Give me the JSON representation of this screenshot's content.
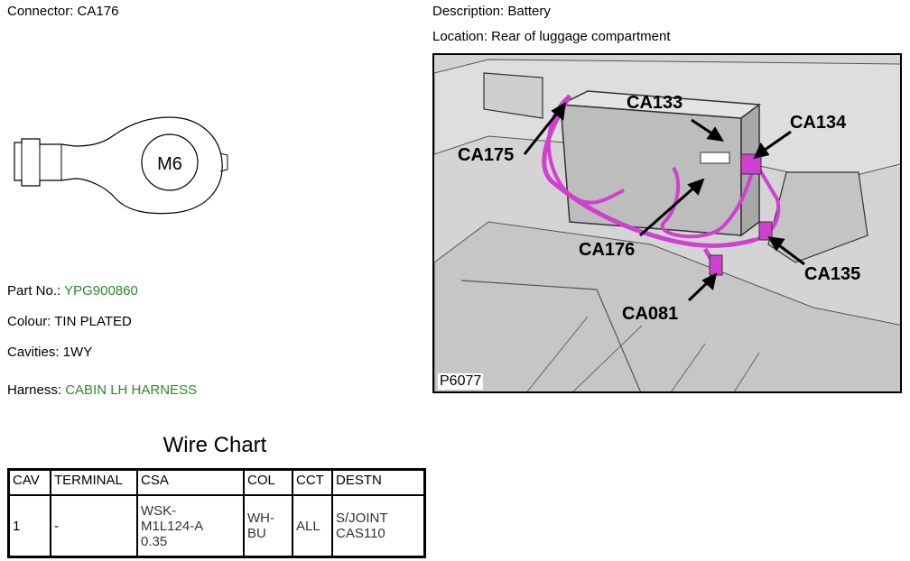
{
  "connector": {
    "label": "Connector:",
    "value": "CA176",
    "drawing_label": "M6"
  },
  "description": {
    "label": "Description:",
    "value": "Battery"
  },
  "location": {
    "label": "Location:",
    "value": "Rear of luggage compartment"
  },
  "part_no": {
    "label": "Part No.:",
    "value": "YPG900860"
  },
  "colour": {
    "label": "Colour:",
    "value": "TIN PLATED"
  },
  "cavities": {
    "label": "Cavities:",
    "value": "1WY"
  },
  "harness": {
    "label": "Harness:",
    "value": "CABIN LH HARNESS"
  },
  "photo": {
    "id": "P6077",
    "callouts": [
      "CA133",
      "CA134",
      "CA175",
      "CA176",
      "CA135",
      "CA081"
    ]
  },
  "wire_chart": {
    "title": "Wire Chart",
    "headers": [
      "CAV",
      "TERMINAL",
      "CSA",
      "COL",
      "CCT",
      "DESTN"
    ],
    "rows": [
      [
        "1",
        "-",
        "WSK-\nM1L124-A\n0.35",
        "WH-\nBU",
        "ALL",
        "S/JOINT\nCAS110"
      ]
    ]
  },
  "colors": {
    "link_green": "#2a8a2a",
    "harness_magenta": "#d040d0"
  }
}
